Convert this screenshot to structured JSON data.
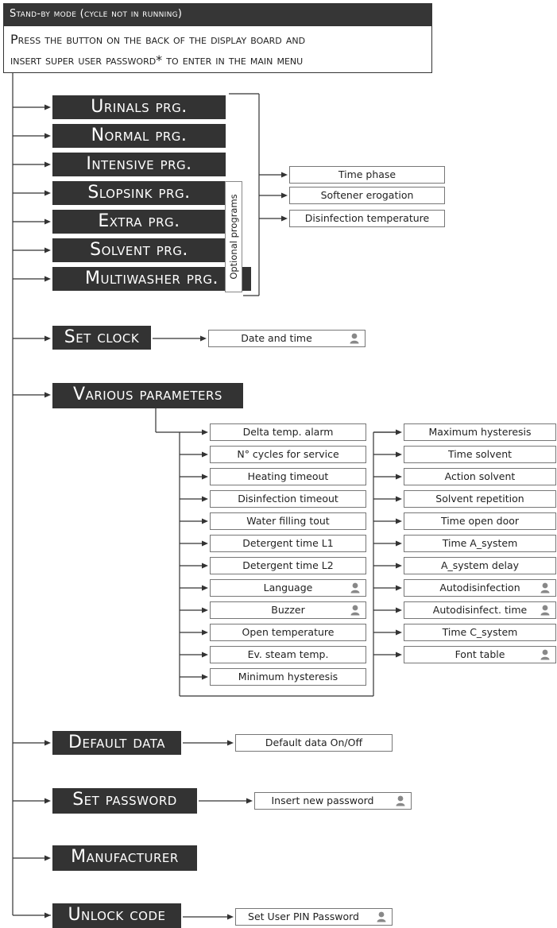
{
  "header": {
    "title": "Stand-by mode (cycle not in running)",
    "instruction_line1": "Press the button on the back of the display board and",
    "instruction_line2": "insert super user password* to enter in the main menu"
  },
  "programs": {
    "items": [
      "Urinals prg.",
      "Normal prg.",
      "Intensive prg.",
      "Slopsink prg.",
      "Extra prg.",
      "Solvent prg.",
      "Multiwasher prg."
    ],
    "optional_label": "Optional programs",
    "settings": [
      "Time phase",
      "Softener erogation",
      "Disinfection temperature"
    ]
  },
  "set_clock": {
    "label": "Set clock",
    "sub": "Date and time"
  },
  "various": {
    "label": "Various parameters",
    "left": [
      {
        "label": "Delta temp. alarm",
        "user": false
      },
      {
        "label": "N° cycles for service",
        "user": false
      },
      {
        "label": "Heating timeout",
        "user": false
      },
      {
        "label": "Disinfection timeout",
        "user": false
      },
      {
        "label": "Water filling tout",
        "user": false
      },
      {
        "label": "Detergent time L1",
        "user": false
      },
      {
        "label": "Detergent time L2",
        "user": false
      },
      {
        "label": "Language",
        "user": true
      },
      {
        "label": "Buzzer",
        "user": true
      },
      {
        "label": "Open temperature",
        "user": false
      },
      {
        "label": "Ev. steam temp.",
        "user": false
      },
      {
        "label": "Minimum hysteresis",
        "user": false
      }
    ],
    "right": [
      {
        "label": "Maximum hysteresis",
        "user": false
      },
      {
        "label": "Time solvent",
        "user": false
      },
      {
        "label": "Action solvent",
        "user": false
      },
      {
        "label": "Solvent repetition",
        "user": false
      },
      {
        "label": "Time open door",
        "user": false
      },
      {
        "label": "Time A_system",
        "user": false
      },
      {
        "label": "A_system delay",
        "user": false
      },
      {
        "label": "Autodisinfection",
        "user": true
      },
      {
        "label": "Autodisinfect. time",
        "user": true
      },
      {
        "label": "Time C_system",
        "user": false
      },
      {
        "label": "Font table",
        "user": true
      }
    ]
  },
  "default_data": {
    "label": "Default data",
    "sub": "Default data On/Off"
  },
  "set_password": {
    "label": "Set password",
    "sub": "Insert new password"
  },
  "manufacturer": {
    "label": "Manufacturer"
  },
  "unlock_code": {
    "label": "Unlock code",
    "sub": "Set User PIN Password"
  },
  "colors": {
    "dark_box": "#333333",
    "line": "#333333",
    "icon": "#888888"
  }
}
